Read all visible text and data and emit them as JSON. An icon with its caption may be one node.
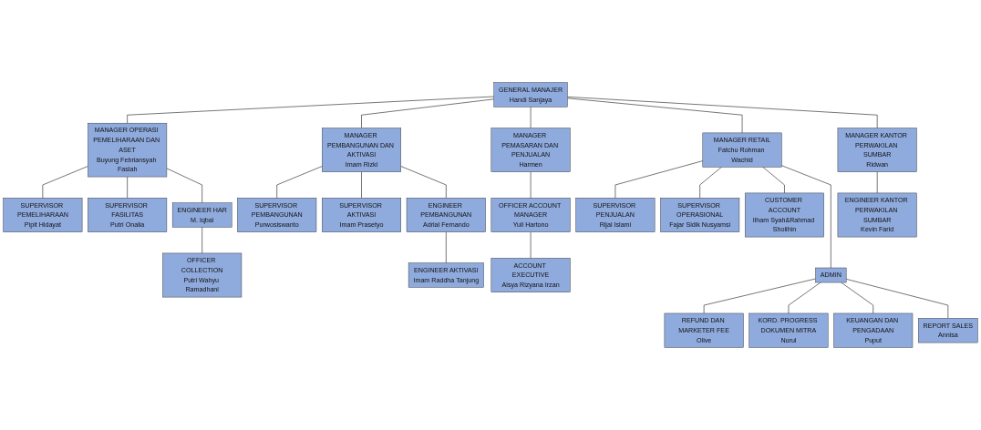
{
  "diagram": {
    "nodes": [
      {
        "text": [
          "GENERAL MANAJER",
          "Handi Sanjaya"
        ]
      },
      {
        "text": [
          "MANAGER OPERASI PEMELIHARAAN DAN ASET",
          "Buyung Febriansyah Faslah"
        ]
      },
      {
        "text": [
          "MANAGER PEMBANGUNAN DAN AKTIVASI",
          "Imam Rizki"
        ]
      },
      {
        "text": [
          "MANAGER PEMASARAN DAN PENJUALAN",
          "Harmen"
        ]
      },
      {
        "text": [
          "MANAGER RETAIL",
          "Fatchu Rohman Wachid"
        ]
      },
      {
        "text": [
          "MANAGER KANTOR PERWAKILAN SUMBAR",
          "Ridwan"
        ]
      },
      {
        "text": [
          "SUPERVISOR PEMELIHARAAN",
          "Pipit Hidayat"
        ]
      },
      {
        "text": [
          "SUPERVISOR FASILITAS",
          "Putri Onalia"
        ]
      },
      {
        "text": [
          "ENGINEER HAR",
          "M. Iqbal"
        ]
      },
      {
        "text": [
          "OFFICER COLLECTION",
          "Putri Wahyu Ramadhani"
        ]
      },
      {
        "text": [
          "SUPERVISOR PEMBANGUNAN",
          "Purwosiswanto"
        ]
      },
      {
        "text": [
          "SUPERVISOR AKTIVASI",
          "Imam Prasetyo"
        ]
      },
      {
        "text": [
          "ENGINEER PEMBANGUNAN",
          "Adrial Fernando"
        ]
      },
      {
        "text": [
          "ENGINEER AKTIVASI",
          "Imam Raddha Tanjung"
        ]
      },
      {
        "text": [
          "OFFICER ACCOUNT MANAGER",
          "Yull Hartono"
        ]
      },
      {
        "text": [
          "ACCOUNT EXECUTIVE",
          "Aisya Rizyana Irzan"
        ]
      },
      {
        "text": [
          "SUPERVISOR PENJUALAN",
          "Rijal Islami"
        ]
      },
      {
        "text": [
          "SUPERVISOR OPERASIONAL",
          "Fajar Sidik Nusyamsi"
        ]
      },
      {
        "text": [
          "CUSTOMER ACCOUNT",
          "Ilham Syah&Rahmad Sholihin"
        ]
      },
      {
        "text": [
          "ADMIN"
        ]
      },
      {
        "text": [
          "REFUND DAN MARKETER FEE",
          "Olive"
        ]
      },
      {
        "text": [
          "KORD. PROGRESS DOKUMEN MITRA",
          "Nurul"
        ]
      },
      {
        "text": [
          "KEUANGAN DAN PENGADAAN",
          "Puput"
        ]
      },
      {
        "text": [
          "REPORT SALES",
          "Annisa"
        ]
      },
      {
        "text": [
          "ENGINEER KANTOR PERWAKILAN SUMBAR",
          "Kevin Farid"
        ]
      }
    ],
    "edges": [
      {
        "from": 0,
        "to": 1,
        "arrow": "none"
      },
      {
        "from": 0,
        "to": 2,
        "arrow": "none"
      },
      {
        "from": 0,
        "to": 3,
        "arrow": "none"
      },
      {
        "from": 0,
        "to": 4,
        "arrow": "none"
      },
      {
        "from": 0,
        "to": 5,
        "arrow": "none"
      },
      {
        "from": 1,
        "to": 6,
        "arrow": "none"
      },
      {
        "from": 1,
        "to": 7,
        "arrow": "none"
      },
      {
        "from": 1,
        "to": 8,
        "arrow": "none"
      },
      {
        "from": 8,
        "to": 9,
        "arrow": "none"
      },
      {
        "from": 2,
        "to": 10,
        "arrow": "none"
      },
      {
        "from": 2,
        "to": 11,
        "arrow": "none"
      },
      {
        "from": 2,
        "to": 12,
        "arrow": "none"
      },
      {
        "from": 12,
        "to": 13,
        "arrow": "none"
      },
      {
        "from": 3,
        "to": 14,
        "arrow": "none"
      },
      {
        "from": 14,
        "to": 15,
        "arrow": "none"
      },
      {
        "from": 4,
        "to": 16,
        "arrow": "none"
      },
      {
        "from": 4,
        "to": 17,
        "arrow": "none"
      },
      {
        "from": 4,
        "to": 18,
        "arrow": "none"
      },
      {
        "from": 4,
        "to": 19,
        "arrow": "none"
      },
      {
        "from": 19,
        "to": 20,
        "arrow": "none"
      },
      {
        "from": 19,
        "to": 21,
        "arrow": "none"
      },
      {
        "from": 19,
        "to": 22,
        "arrow": "none"
      },
      {
        "from": 19,
        "to": 23,
        "arrow": "none"
      },
      {
        "from": 5,
        "to": 24,
        "arrow": "none"
      }
    ]
  }
}
